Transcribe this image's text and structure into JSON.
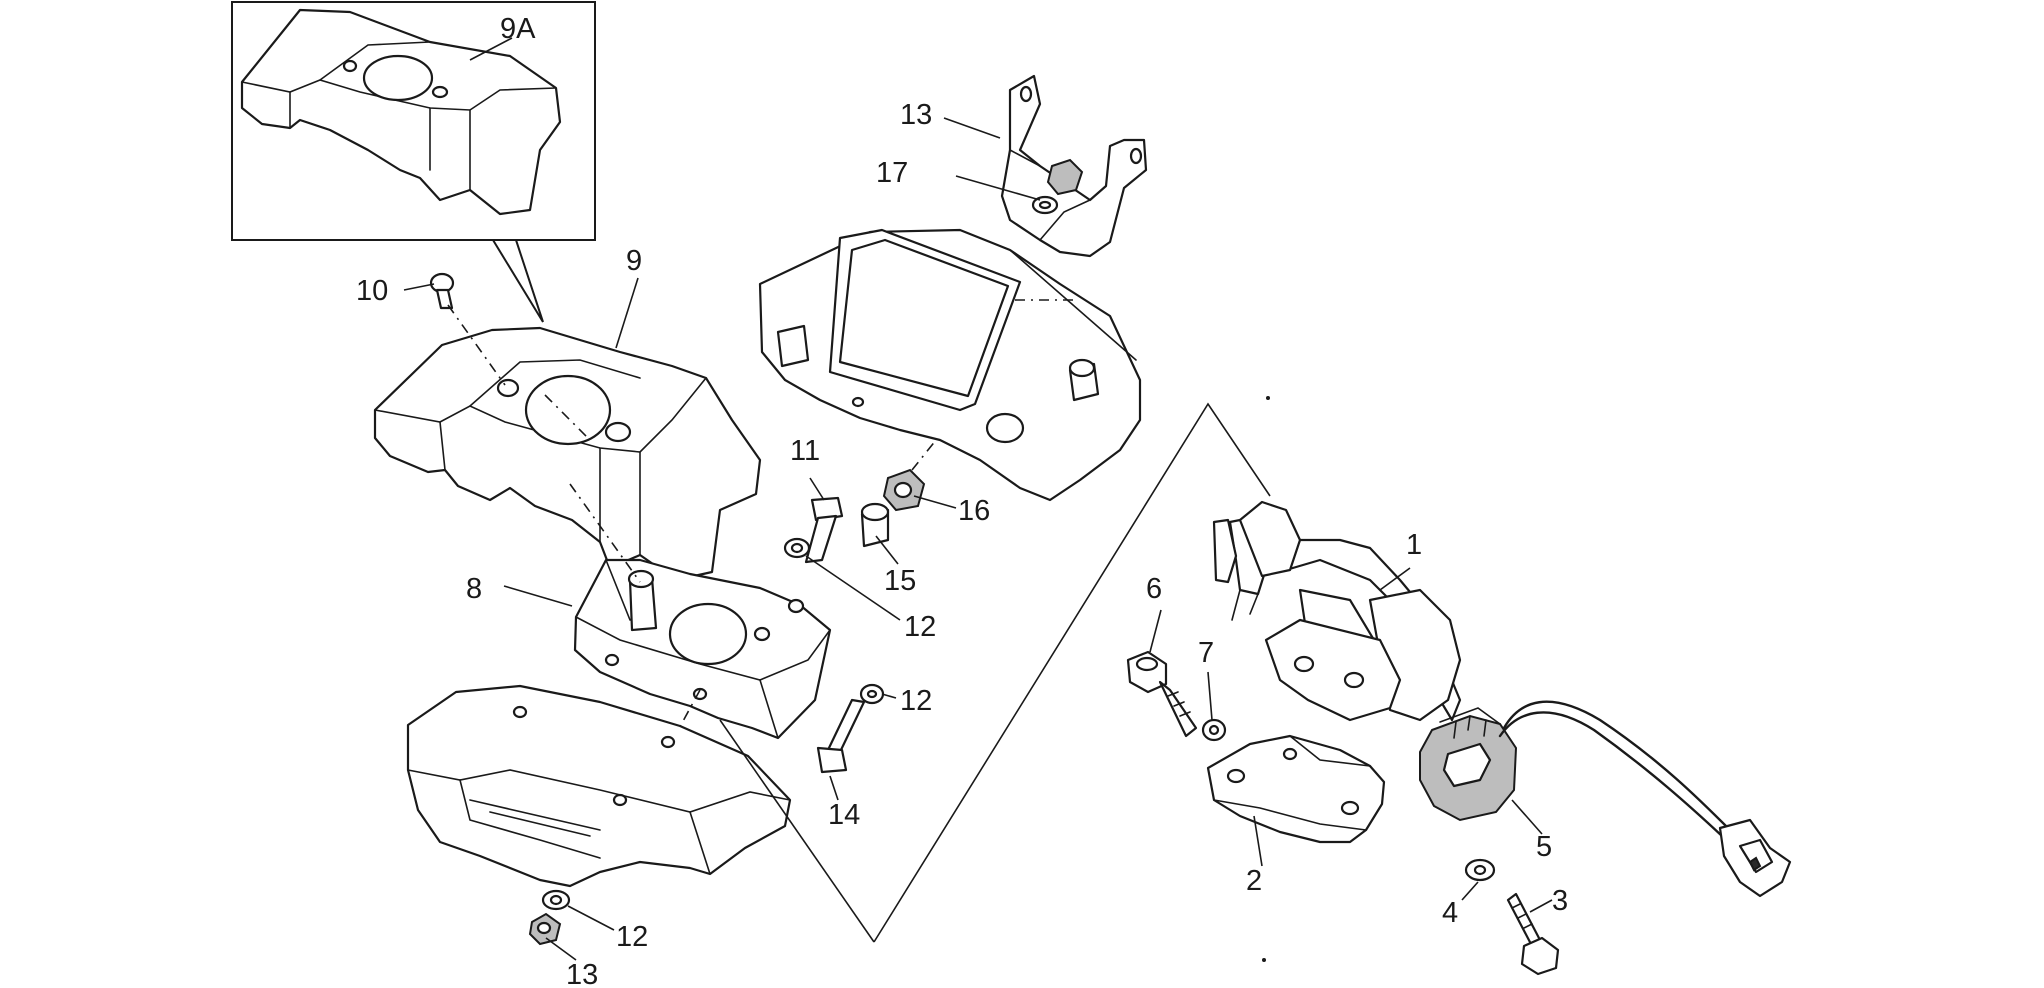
{
  "callouts": {
    "c9A": "9A",
    "c10": "10",
    "c9": "9",
    "c13a": "13",
    "c17": "17",
    "c11": "11",
    "c16": "16",
    "c15": "15",
    "c8": "8",
    "c12a": "12",
    "c12b": "12",
    "c14": "14",
    "c12c": "12",
    "c13b": "13",
    "c1": "1",
    "c6": "6",
    "c7": "7",
    "c2": "2",
    "c5": "5",
    "c4": "4",
    "c3": "3"
  }
}
